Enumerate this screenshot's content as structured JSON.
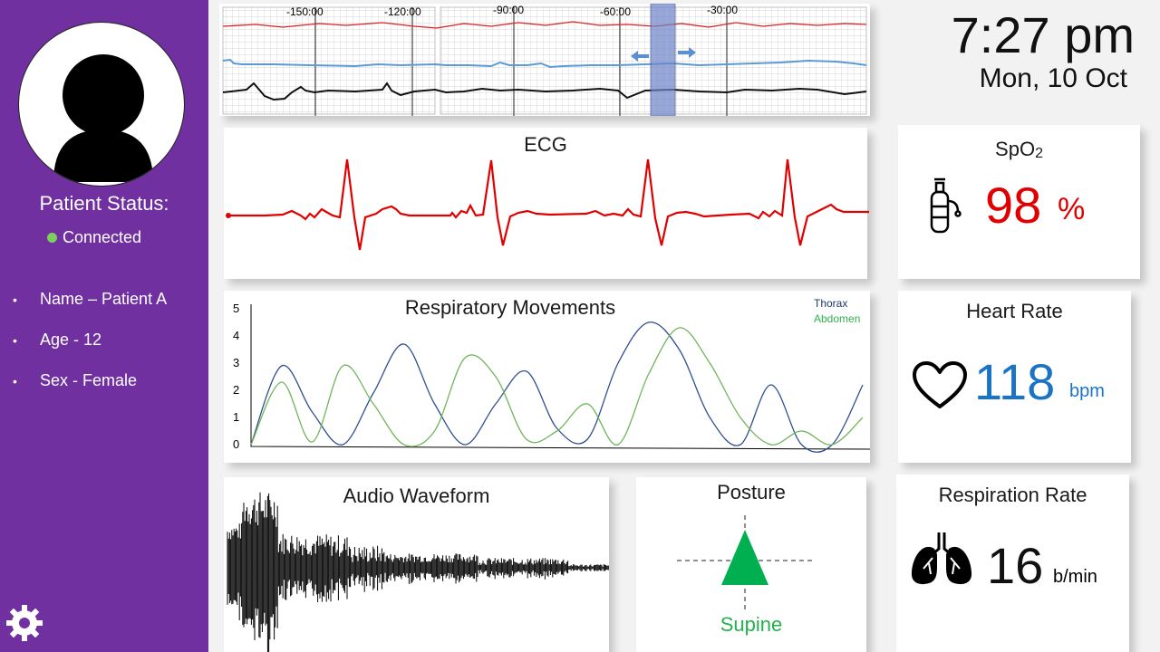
{
  "sidebar": {
    "status_title": "Patient Status:",
    "status_text": "Connected",
    "status_color": "#7ccf5c",
    "bullet": "•",
    "info": [
      {
        "label": "Name – Patient A"
      },
      {
        "label": "Age - 12"
      },
      {
        "label": "Sex - Female"
      }
    ],
    "settings_icon": "gear-icon",
    "avatar_icon": "person-icon"
  },
  "clock": {
    "time": "7:27 pm",
    "date": "Mon, 10 Oct"
  },
  "timeline": {
    "ticks": [
      "-150:00",
      "-120:00",
      "-90:00",
      "-60:00",
      "-30:00"
    ]
  },
  "ecg": {
    "title": "ECG"
  },
  "respiratory": {
    "title": "Respiratory Movements",
    "legend": [
      "Thorax",
      "Abdomen"
    ],
    "colors": {
      "thorax": "#2f4f8f",
      "abdomen": "#70b55a"
    }
  },
  "audio": {
    "title": "Audio Waveform"
  },
  "posture": {
    "title": "Posture",
    "state": "Supine"
  },
  "vitals": {
    "spo2": {
      "title_main": "SpO",
      "title_sub": "2",
      "value": "98",
      "unit": "%",
      "color": "#e00000",
      "icon": "oxygen-tank-icon"
    },
    "heart_rate": {
      "title": "Heart Rate",
      "value": "118",
      "unit": "bpm",
      "color": "#1a73c4",
      "icon": "heart-icon"
    },
    "respiration_rate": {
      "title": "Respiration Rate",
      "value": "16",
      "unit": "b/min",
      "color": "#111111",
      "icon": "lungs-icon"
    }
  },
  "chart_data": [
    {
      "type": "line",
      "title": "Respiratory Movements",
      "ylim": [
        0,
        5
      ],
      "yticks": [
        "0",
        "1",
        "2",
        "3",
        "4",
        "5"
      ],
      "legend_position": "top-right",
      "series": [
        {
          "name": "Thorax",
          "color": "#2f4f8f",
          "x": [
            0,
            0.5,
            1,
            1.5,
            2,
            2.5,
            3,
            3.5,
            4,
            4.5,
            5,
            5.5,
            6,
            6.5,
            7,
            7.5,
            8,
            8.5,
            9,
            9.5,
            10
          ],
          "values": [
            0,
            2.9,
            1.2,
            0.0,
            1.9,
            3.7,
            1.5,
            0.0,
            1.5,
            2.7,
            0.6,
            0.2,
            3.0,
            4.5,
            3.5,
            1.0,
            0.0,
            2.2,
            0.0,
            0.0,
            2.2
          ]
        },
        {
          "name": "Abdomen",
          "color": "#70b55a",
          "x": [
            0,
            0.5,
            1,
            1.5,
            2,
            2.5,
            3,
            3.5,
            4,
            4.5,
            5,
            5.5,
            6,
            6.5,
            7,
            7.5,
            8,
            8.5,
            9,
            9.5,
            10
          ],
          "values": [
            0,
            2.3,
            0.1,
            2.9,
            1.5,
            0.0,
            0.5,
            3.2,
            2.5,
            0.2,
            0.5,
            1.5,
            0.0,
            2.6,
            4.3,
            3.0,
            1.0,
            0.0,
            0.5,
            0.0,
            1.0
          ]
        }
      ]
    }
  ]
}
